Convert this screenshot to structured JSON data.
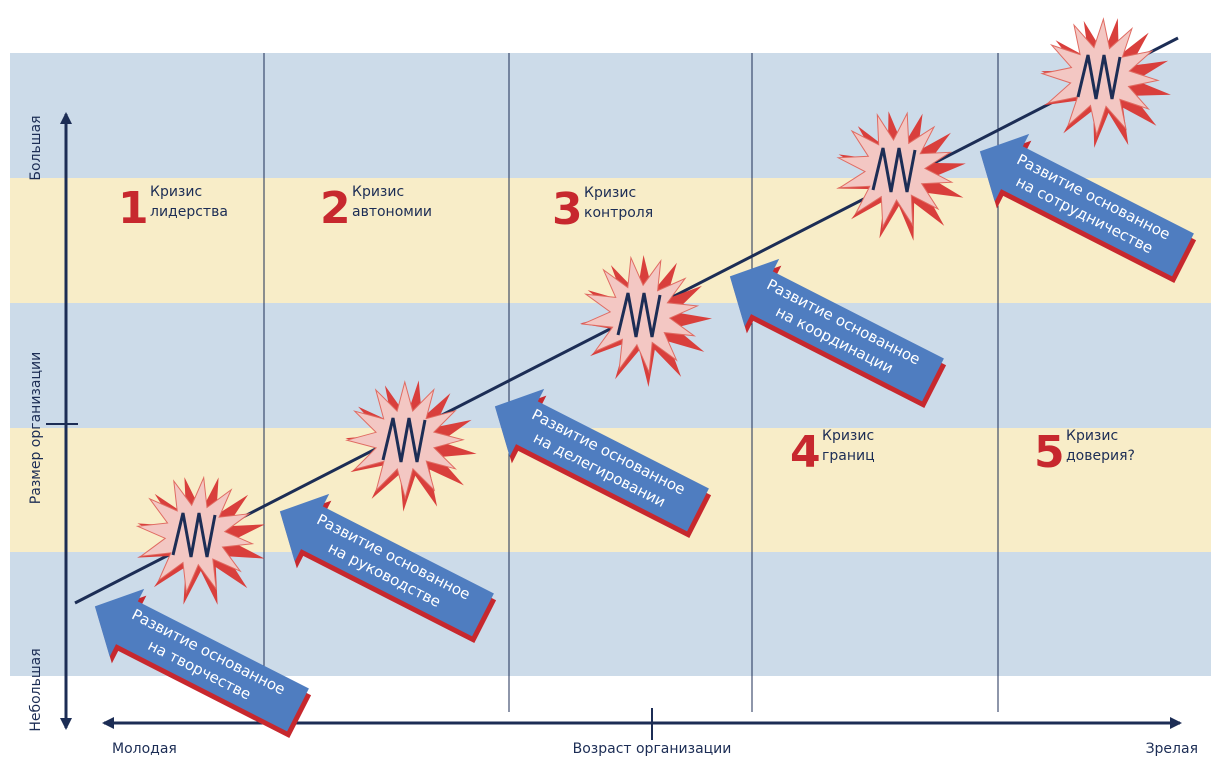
{
  "axes": {
    "y_label": "Размер организации",
    "y_top_label": "Большая",
    "y_bottom_label": "Небольшая",
    "x_label": "Возраст организации",
    "x_left_label": "Молодая",
    "x_right_label": "Зрелая"
  },
  "crises": [
    {
      "number": "1",
      "line1": "Кризис",
      "line2": "лидерства"
    },
    {
      "number": "2",
      "line1": "Кризис",
      "line2": "автономии"
    },
    {
      "number": "3",
      "line1": "Кризис",
      "line2": "контроля"
    },
    {
      "number": "4",
      "line1": "Кризис",
      "line2": "границ"
    },
    {
      "number": "5",
      "line1": "Кризис",
      "line2": "доверия?"
    }
  ],
  "growth_phases": [
    {
      "line1": "Развитие основанное",
      "line2": "на творчестве"
    },
    {
      "line1": "Развитие основанное",
      "line2": "на руководстве"
    },
    {
      "line1": "Развитие основанное",
      "line2": "на делегировании"
    },
    {
      "line1": "Развитие основанное",
      "line2": "на координации"
    },
    {
      "line1": "Развитие основанное",
      "line2": "на сотрудничестве"
    }
  ],
  "colors": {
    "band_blue": "#ccdbe9",
    "band_yellow": "#f8edc8",
    "axis": "#1c2d55",
    "arrow_fill": "#4f7dc0",
    "arrow_shadow": "#c7282e",
    "crisis_number": "#c7282e",
    "burst_fill": "#f3c7c3",
    "burst_shadow": "#d93f3c"
  }
}
